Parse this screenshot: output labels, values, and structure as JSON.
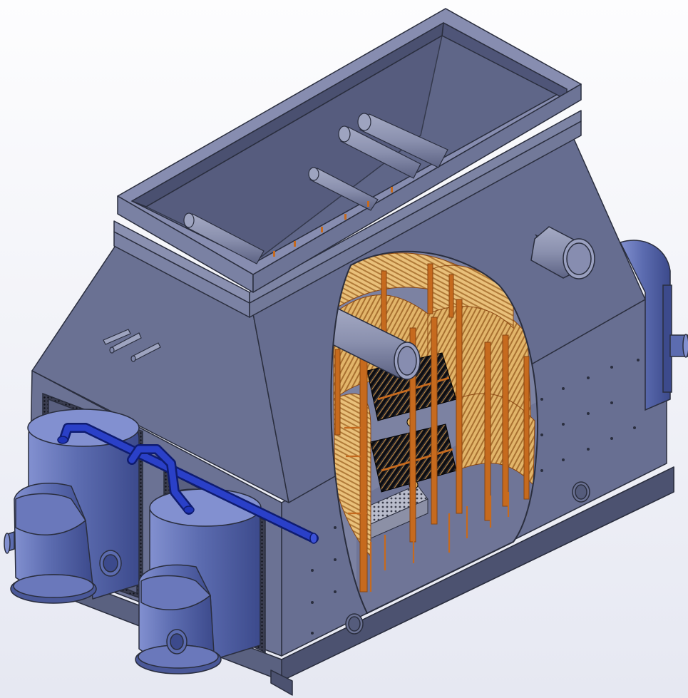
{
  "colors": {
    "background_top": "#fdfdfe",
    "background_bottom": "#e6e8f2",
    "casing_light": "#7f86a8",
    "casing_mid": "#6b7294",
    "casing_dark": "#555c7c",
    "casing_edge": "#2a2e3e",
    "interior": "#7a80a0",
    "fin": "#e0b264",
    "fin_dark": "#b47a36",
    "header_plate": "#c66a1e",
    "header_plate_dark": "#8a4510",
    "tube_black": "#1b1b1f",
    "water_box": "#5c6cb0",
    "water_box_light": "#8290d0",
    "water_box_dark": "#3c4a8c",
    "blue_pipe": "#1f34b8",
    "perforated": "#b9bccb"
  },
  "scene": {
    "subject": "heat-exchanger-cutaway-model",
    "components": [
      "hopper",
      "pipe-stubs",
      "casing",
      "cutaway-window",
      "fin-coil-bundle",
      "water-boxes",
      "blue-pipe",
      "base-frame"
    ]
  }
}
